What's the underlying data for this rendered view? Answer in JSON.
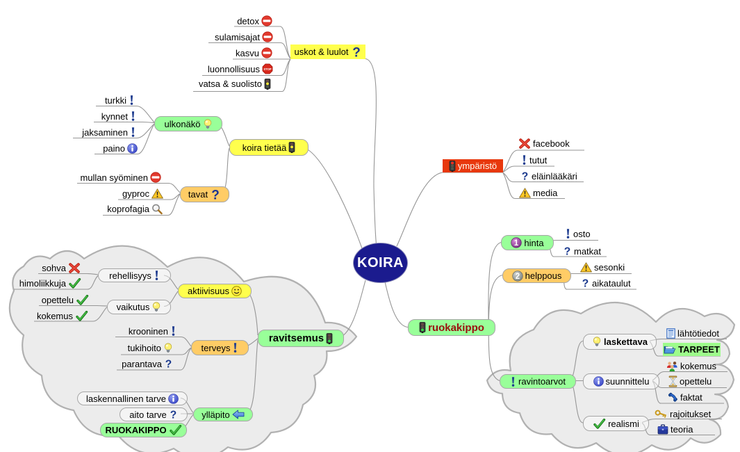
{
  "map": {
    "root": {
      "label": "KOIRA"
    },
    "branches": [
      {
        "label": "uskot & luulot",
        "icon": "help",
        "children": [
          {
            "label": "detox",
            "icon": "no-entry"
          },
          {
            "label": "sulamisajat",
            "icon": "no-entry"
          },
          {
            "label": "kasvu",
            "icon": "no-entry"
          },
          {
            "label": "luonnollisuus",
            "icon": "stop-sign"
          },
          {
            "label": "vatsa & suolisto",
            "icon": "traffic-light-yellow"
          }
        ]
      },
      {
        "label": "koira tietää",
        "icon": "traffic-light-yellow",
        "children": [
          {
            "label": "ulkonäkö",
            "icon": "idea",
            "children": [
              {
                "label": "turkki",
                "icon": "exclamation"
              },
              {
                "label": "kynnet",
                "icon": "exclamation"
              },
              {
                "label": "jaksaminen",
                "icon": "exclamation"
              },
              {
                "label": "paino",
                "icon": "info"
              }
            ]
          },
          {
            "label": "tavat",
            "icon": "help",
            "children": [
              {
                "label": "mullan syöminen",
                "icon": "no-entry"
              },
              {
                "label": "gyproc",
                "icon": "warning"
              },
              {
                "label": "koprofagia",
                "icon": "magnifier"
              }
            ]
          }
        ]
      },
      {
        "label": "ympäristö",
        "icon": "traffic-light-red",
        "children": [
          {
            "label": "facebook",
            "icon": "cancel"
          },
          {
            "label": "tutut",
            "icon": "exclamation"
          },
          {
            "label": "eläinlääkäri",
            "icon": "question"
          },
          {
            "label": "media",
            "icon": "warning"
          }
        ]
      },
      {
        "label": "ruokakippo",
        "icon": "traffic-light-green",
        "children": [
          {
            "label": "hinta",
            "icon": "number-1",
            "children": [
              {
                "label": "osto",
                "icon": "exclamation"
              },
              {
                "label": "matkat",
                "icon": "question"
              }
            ]
          },
          {
            "label": "helppous",
            "icon": "number-2",
            "children": [
              {
                "label": "sesonki",
                "icon": "warning"
              },
              {
                "label": "aikataulut",
                "icon": "question"
              }
            ]
          },
          {
            "label": "ravintoarvot",
            "icon": "exclamation",
            "children": [
              {
                "label": "laskettava",
                "icon": "idea",
                "children": [
                  {
                    "label": "lähtötiedot",
                    "icon": "list"
                  },
                  {
                    "label": "TARPEET",
                    "icon": "folder"
                  }
                ]
              },
              {
                "label": "suunnittelu",
                "icon": "info",
                "children": [
                  {
                    "label": "kokemus",
                    "icon": "group"
                  },
                  {
                    "label": "opettelu",
                    "icon": "hourglass"
                  },
                  {
                    "label": "faktat",
                    "icon": "phone"
                  }
                ]
              },
              {
                "label": "realismi",
                "icon": "ok",
                "children": [
                  {
                    "label": "rajoitukset",
                    "icon": "key"
                  },
                  {
                    "label": "teoria",
                    "icon": "briefcase"
                  }
                ]
              }
            ]
          }
        ]
      },
      {
        "label": "ravitsemus",
        "icon": "traffic-light-green",
        "children": [
          {
            "label": "aktiivisuus",
            "icon": "smiley",
            "children": [
              {
                "label": "rehellisyys",
                "icon": "exclamation",
                "children": [
                  {
                    "label": "sohva",
                    "icon": "cancel"
                  },
                  {
                    "label": "himoliikkuja",
                    "icon": "ok"
                  }
                ]
              },
              {
                "label": "vaikutus",
                "icon": "idea",
                "children": [
                  {
                    "label": "opettelu",
                    "icon": "ok"
                  },
                  {
                    "label": "kokemus",
                    "icon": "ok"
                  }
                ]
              }
            ]
          },
          {
            "label": "terveys",
            "icon": "exclamation",
            "children": [
              {
                "label": "krooninen",
                "icon": "exclamation"
              },
              {
                "label": "tukihoito",
                "icon": "idea"
              },
              {
                "label": "parantava",
                "icon": "question"
              }
            ]
          },
          {
            "label": "ylläpito",
            "icon": "arrow-left",
            "children": [
              {
                "label": "laskennallinen tarve",
                "icon": "info"
              },
              {
                "label": "aito tarve",
                "icon": "question"
              },
              {
                "label": "RUOKAKIPPO",
                "icon": "ok"
              }
            ]
          }
        ]
      }
    ]
  },
  "colors": {
    "root_fill": "#1b1b8e",
    "bubble_green": "#99ff99",
    "bubble_yellow": "#ffff4d",
    "bubble_orange": "#ffcc66",
    "highlight_red": "#e8380d",
    "highlight_green": "#9dfc8b",
    "edge": "#969696",
    "cloud_fill": "#ececec",
    "cloud_border": "#b1b1b1"
  }
}
